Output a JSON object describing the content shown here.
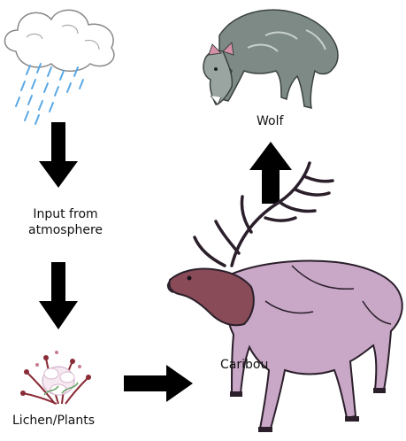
{
  "labels": {
    "wolf": "Wolf",
    "input_line1": "Input from",
    "input_line2": "atmosphere",
    "caribou": "Caribou",
    "lichen": "Lichen/Plants"
  },
  "icons": {
    "cloud": "rain-cloud-icon",
    "wolf": "wolf-icon",
    "caribou": "caribou-icon",
    "lichen": "lichen-plant-icon"
  },
  "colors": {
    "arrow": "#000000",
    "rain": "#5aa9e6",
    "wolf_fur": "#7d8a86",
    "caribou_body": "#c9a7c7",
    "caribou_head": "#8a4b59"
  }
}
